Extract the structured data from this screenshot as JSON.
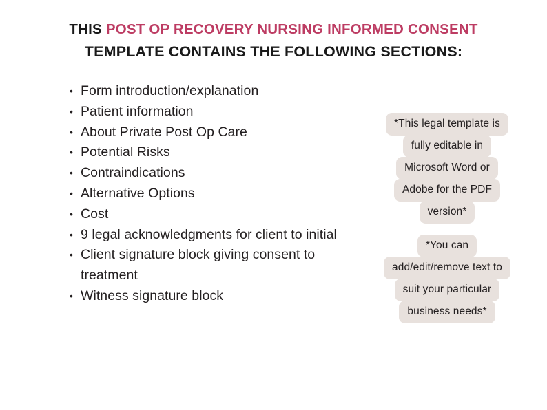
{
  "page": {
    "background_color": "#ffffff"
  },
  "heading": {
    "line1_prefix": "THIS ",
    "line1_accent": "POST OP RECOVERY NURSING INFORMED CONSENT",
    "line2": "TEMPLATE CONTAINS THE FOLLOWING SECTIONS:",
    "accent_color": "#bd3c63",
    "text_color": "#1a1a1a"
  },
  "sections_list": {
    "bullet_glyph": "•",
    "items": [
      "Form introduction/explanation",
      "Patient information",
      "About Private Post Op Care",
      "Potential Risks",
      "Contraindications",
      "Alternative Options",
      "Cost",
      "9 legal acknowledgments for client to initial",
      "Client signature block giving consent to treatment",
      "Witness signature block"
    ]
  },
  "divider": {
    "color": "#1a1a1a"
  },
  "callouts": {
    "highlight_color": "#e8e1dd",
    "text_color": "#231f20",
    "block1": [
      "*This legal template is",
      "fully editable in",
      "Microsoft Word or",
      "Adobe for the PDF",
      "version*"
    ],
    "block2": [
      "*You can",
      "add/edit/remove text to",
      "suit your particular",
      "business needs*"
    ]
  }
}
